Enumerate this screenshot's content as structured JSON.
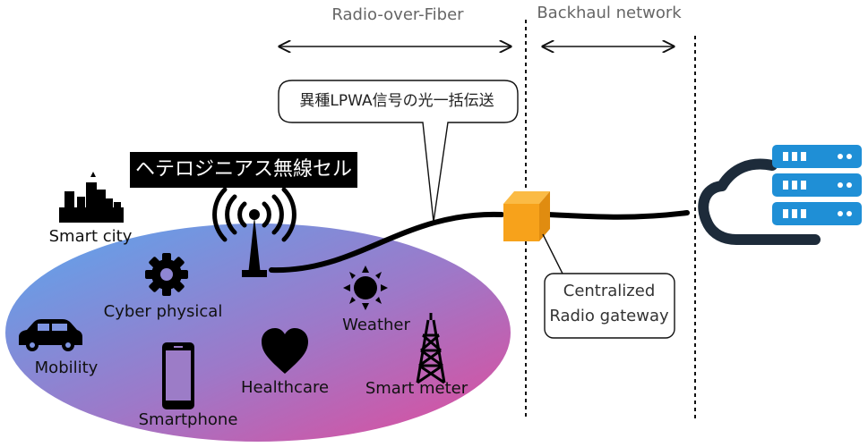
{
  "headers": {
    "radio_over_fiber": "Radio-over-Fiber",
    "backhaul_network": "Backhaul network"
  },
  "callout": {
    "text": "異種LPWA信号の光一括伝送"
  },
  "cell": {
    "title": "ヘテロジニアス無線セル",
    "gradient_colors": [
      "#5aa7ee",
      "#9e78c8",
      "#e24a9a"
    ]
  },
  "gateway": {
    "line1": "Centralized",
    "line2": "Radio gateway",
    "box_color": "#f7a21b"
  },
  "devices": {
    "smart_city": "Smart city",
    "cyber_physical": "Cyber physical",
    "mobility": "Mobility",
    "smartphone": "Smartphone",
    "healthcare": "Healthcare",
    "weather": "Weather",
    "smart_meter": "Smart meter"
  },
  "cloud": {
    "accent_color": "#1f8fd6",
    "outline_color": "#1d2b3a"
  }
}
